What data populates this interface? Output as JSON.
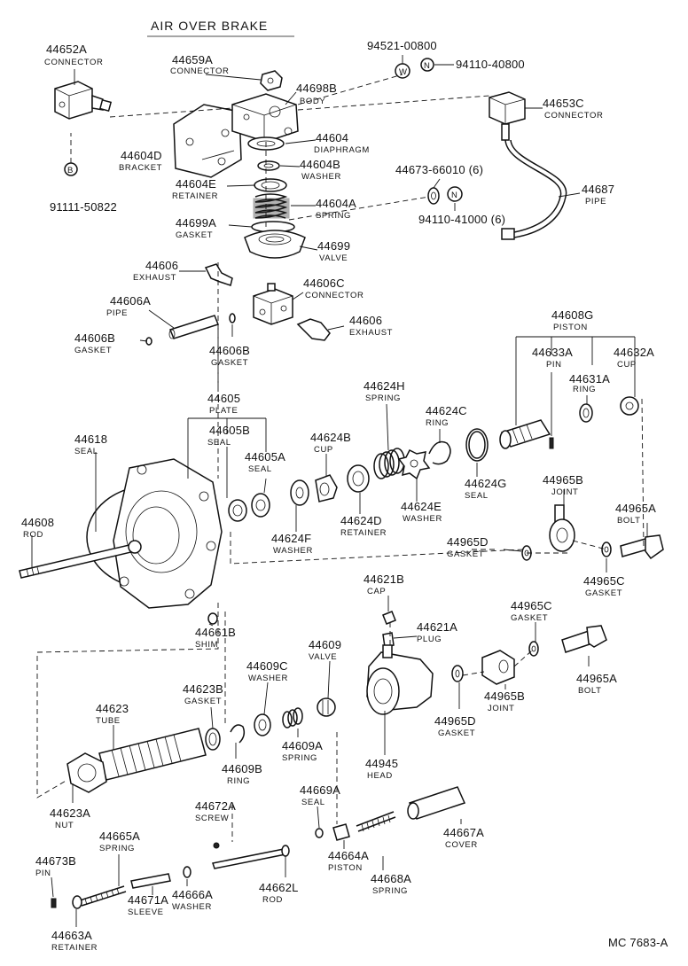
{
  "title": "AIR OVER BRAKE",
  "footer": "MC 7683-A",
  "parts": [
    {
      "id": "p44652A",
      "number": "44652A",
      "name": "CONNECTOR"
    },
    {
      "id": "p44659A",
      "number": "44659A",
      "name": "CONNECTOR"
    },
    {
      "id": "p94521",
      "number": "94521-00800",
      "name": ""
    },
    {
      "id": "p94110a",
      "number": "94110-40800",
      "name": ""
    },
    {
      "id": "p44698B",
      "number": "44698B",
      "name": "BODY"
    },
    {
      "id": "p44653C",
      "number": "44653C",
      "name": "CONNECTOR"
    },
    {
      "id": "p44604",
      "number": "44604",
      "name": "DIAPHRAGM"
    },
    {
      "id": "p44604D",
      "number": "44604D",
      "name": "BRACKET"
    },
    {
      "id": "p44604B",
      "number": "44604B",
      "name": "WASHER"
    },
    {
      "id": "p44604E",
      "number": "44604E",
      "name": "RETAINER"
    },
    {
      "id": "p44673",
      "number": "44673-66010 (6)",
      "name": ""
    },
    {
      "id": "p44687",
      "number": "44687",
      "name": "PIPE"
    },
    {
      "id": "p91111",
      "number": "91111-50822",
      "name": ""
    },
    {
      "id": "p44604A",
      "number": "44604A",
      "name": "SPRING"
    },
    {
      "id": "p94110b",
      "number": "94110-41000 (6)",
      "name": ""
    },
    {
      "id": "p44699A",
      "number": "44699A",
      "name": "GASKET"
    },
    {
      "id": "p44699",
      "number": "44699",
      "name": "VALVE"
    },
    {
      "id": "p44606a",
      "number": "44606",
      "name": "EXHAUST"
    },
    {
      "id": "p44606C",
      "number": "44606C",
      "name": "CONNECTOR"
    },
    {
      "id": "p44606A",
      "number": "44606A",
      "name": "PIPE"
    },
    {
      "id": "p44606b",
      "number": "44606",
      "name": "EXHAUST"
    },
    {
      "id": "p44606B1",
      "number": "44606B",
      "name": "GASKET"
    },
    {
      "id": "p44606B2",
      "number": "44606B",
      "name": "GASKET"
    },
    {
      "id": "p44608G",
      "number": "44608G",
      "name": "PISTON"
    },
    {
      "id": "p44633A",
      "number": "44633A",
      "name": "PIN"
    },
    {
      "id": "p44632A",
      "number": "44632A",
      "name": "CUP"
    },
    {
      "id": "p44631A",
      "number": "44631A",
      "name": "RING"
    },
    {
      "id": "p44624H",
      "number": "44624H",
      "name": "SPRING"
    },
    {
      "id": "p44605",
      "number": "44605",
      "name": "PLATE"
    },
    {
      "id": "p44624C",
      "number": "44624C",
      "name": "RING"
    },
    {
      "id": "p44618",
      "number": "44618",
      "name": "SEAL"
    },
    {
      "id": "p44605B",
      "number": "44605B",
      "name": "SEAL"
    },
    {
      "id": "p44624B",
      "number": "44624B",
      "name": "CUP"
    },
    {
      "id": "p44605A",
      "number": "44605A",
      "name": "SEAL"
    },
    {
      "id": "p44624G",
      "number": "44624G",
      "name": "SEAL"
    },
    {
      "id": "p44965B1",
      "number": "44965B",
      "name": "JOINT"
    },
    {
      "id": "p44624E",
      "number": "44624E",
      "name": "WASHER"
    },
    {
      "id": "p44624D",
      "number": "44624D",
      "name": "RETAINER"
    },
    {
      "id": "p44965A1",
      "number": "44965A",
      "name": "BOLT"
    },
    {
      "id": "p44608",
      "number": "44608",
      "name": "ROD"
    },
    {
      "id": "p44624F",
      "number": "44624F",
      "name": "WASHER"
    },
    {
      "id": "p44965D1",
      "number": "44965D",
      "name": "GASKET"
    },
    {
      "id": "p44965C1",
      "number": "44965C",
      "name": "GASKET"
    },
    {
      "id": "p44621B",
      "number": "44621B",
      "name": "CAP"
    },
    {
      "id": "p44965C2",
      "number": "44965C",
      "name": "GASKET"
    },
    {
      "id": "p44661B",
      "number": "44661B",
      "name": "SHIM"
    },
    {
      "id": "p44621A",
      "number": "44621A",
      "name": "PLUG"
    },
    {
      "id": "p44609",
      "number": "44609",
      "name": "VALVE"
    },
    {
      "id": "p44609C",
      "number": "44609C",
      "name": "WASHER"
    },
    {
      "id": "p44965A2",
      "number": "44965A",
      "name": "BOLT"
    },
    {
      "id": "p44623B",
      "number": "44623B",
      "name": "GASKET"
    },
    {
      "id": "p44965B2",
      "number": "44965B",
      "name": "JOINT"
    },
    {
      "id": "p44623",
      "number": "44623",
      "name": "TUBE"
    },
    {
      "id": "p44965D2",
      "number": "44965D",
      "name": "GASKET"
    },
    {
      "id": "p44609A",
      "number": "44609A",
      "name": "SPRING"
    },
    {
      "id": "p44609B",
      "number": "44609B",
      "name": "RING"
    },
    {
      "id": "p44945",
      "number": "44945",
      "name": "HEAD"
    },
    {
      "id": "p44669A",
      "number": "44669A",
      "name": "SEAL"
    },
    {
      "id": "p44623A",
      "number": "44623A",
      "name": "NUT"
    },
    {
      "id": "p44672A",
      "number": "44672A",
      "name": "SCREW"
    },
    {
      "id": "p44667A",
      "number": "44667A",
      "name": "COVER"
    },
    {
      "id": "p44665A",
      "number": "44665A",
      "name": "SPRING"
    },
    {
      "id": "p44664A",
      "number": "44664A",
      "name": "PISTON"
    },
    {
      "id": "p44673B",
      "number": "44673B",
      "name": "PIN"
    },
    {
      "id": "p44668A",
      "number": "44668A",
      "name": "SPRING"
    },
    {
      "id": "p44666A",
      "number": "44666A",
      "name": "WASHER"
    },
    {
      "id": "p44662L",
      "number": "44662L",
      "name": "ROD"
    },
    {
      "id": "p44671A",
      "number": "44671A",
      "name": "SLEEVE"
    },
    {
      "id": "p44663A",
      "number": "44663A",
      "name": "RETAINER"
    }
  ]
}
